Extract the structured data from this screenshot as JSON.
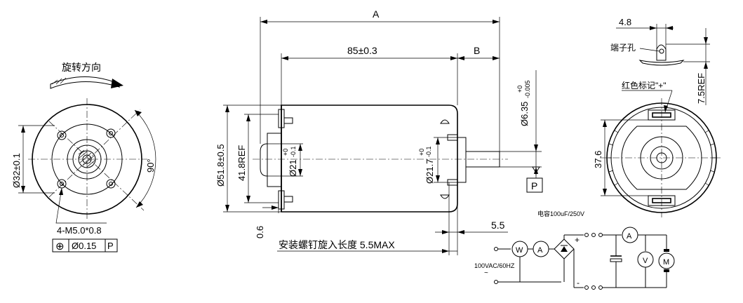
{
  "front_view": {
    "rotation_label": "旋转方向",
    "angle_label": "90°",
    "pilot_dia_label": "Ø32±0.1",
    "screw_label": "4-M5.0*0.8",
    "tolerance_frame": {
      "symbol": "⊕",
      "value": "Ø0.15",
      "datum": "P"
    }
  },
  "side_view": {
    "overall_length_label": "A",
    "body_length_label": "85±0.3",
    "shaft_ext_label": "B",
    "body_dia_label": "Ø51.8±0.5",
    "ref_height_label": "41.8REF",
    "rear_boss_label": "Ø21",
    "rear_boss_tol_upper": "+0",
    "rear_boss_tol_lower": "-0.1",
    "front_boss_label": "Ø21.7",
    "front_boss_tol_upper": "+0",
    "front_boss_tol_lower": "-0.1",
    "shaft_dia_label": "Ø6.35",
    "shaft_tol_upper": "+0",
    "shaft_tol_lower": "-0.005",
    "datum_label": "P",
    "boss_thickness_label": "0.6",
    "screw_depth_dim_label": "5.5",
    "screw_depth_note": "安装螺钉旋入长度 5.5MAX"
  },
  "rear_view": {
    "terminal_width_label": "4.8",
    "terminal_hole_label": "端子孔",
    "red_mark_label": "红色标记\"+\"",
    "ref_label": "7.5REF",
    "height_label": "37.6"
  },
  "circuit": {
    "capacitor_label": "电容100uF/250V",
    "supply_label": "100VAC/60HZ",
    "plus_label": "+",
    "minus_label": "-",
    "meter_w": "W",
    "meter_a1": "A",
    "meter_a2": "A",
    "meter_v": "V",
    "motor_m": "M"
  }
}
